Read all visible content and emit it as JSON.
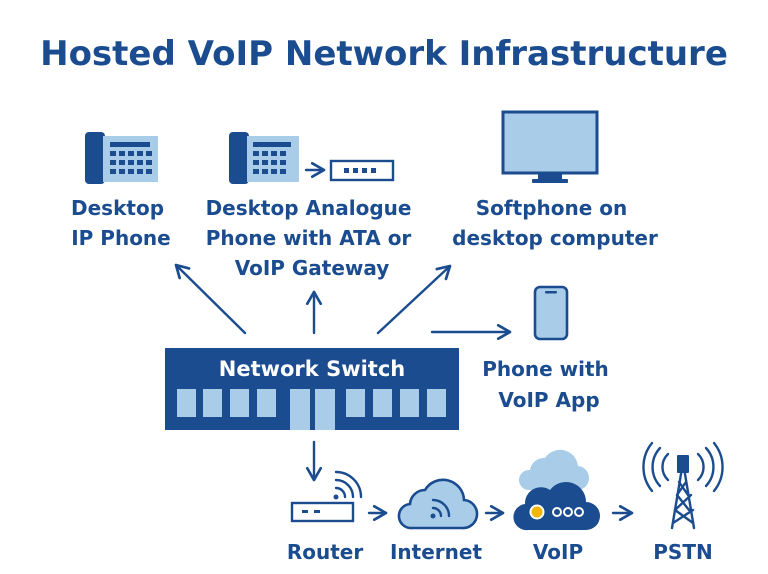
{
  "title": "Hosted VoIP Network Infrastructure",
  "devices": {
    "desktop_ip_phone": [
      "Desktop",
      "IP Phone"
    ],
    "analogue_phone": [
      "Desktop Analogue",
      "Phone with ATA or",
      "VoIP Gateway"
    ],
    "softphone": [
      "Softphone on",
      "desktop computer"
    ],
    "mobile_app": [
      "Phone with",
      "VoIP App"
    ]
  },
  "switch_label": "Network Switch",
  "chain": {
    "router": "Router",
    "internet": "Internet",
    "voip": "VoIP",
    "pstn": "PSTN"
  },
  "colors": {
    "dark_blue": "#1a4c8f",
    "light_blue": "#a9cde9",
    "accent_orange": "#f2b705"
  },
  "icons": [
    "desk-phone-icon",
    "ata-box-icon",
    "monitor-icon",
    "smartphone-icon",
    "switch-icon",
    "router-icon",
    "cloud-icon",
    "voip-cloud-icon",
    "cell-tower-icon"
  ]
}
